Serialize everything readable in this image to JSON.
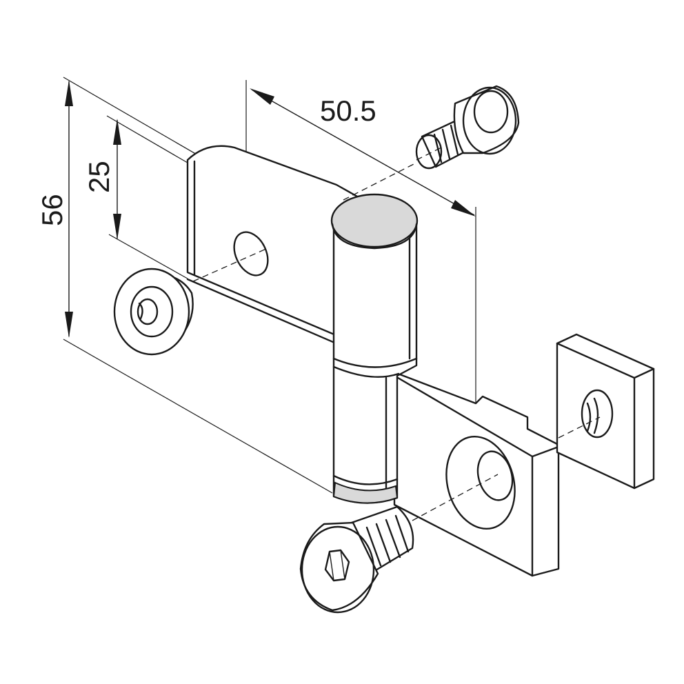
{
  "dimensions": {
    "total_height": "56",
    "inner_height": "25",
    "width": "50.5"
  },
  "colors": {
    "line": "#1a1a1a",
    "pin_cap": "#d9d9d9",
    "background": "#ffffff"
  }
}
